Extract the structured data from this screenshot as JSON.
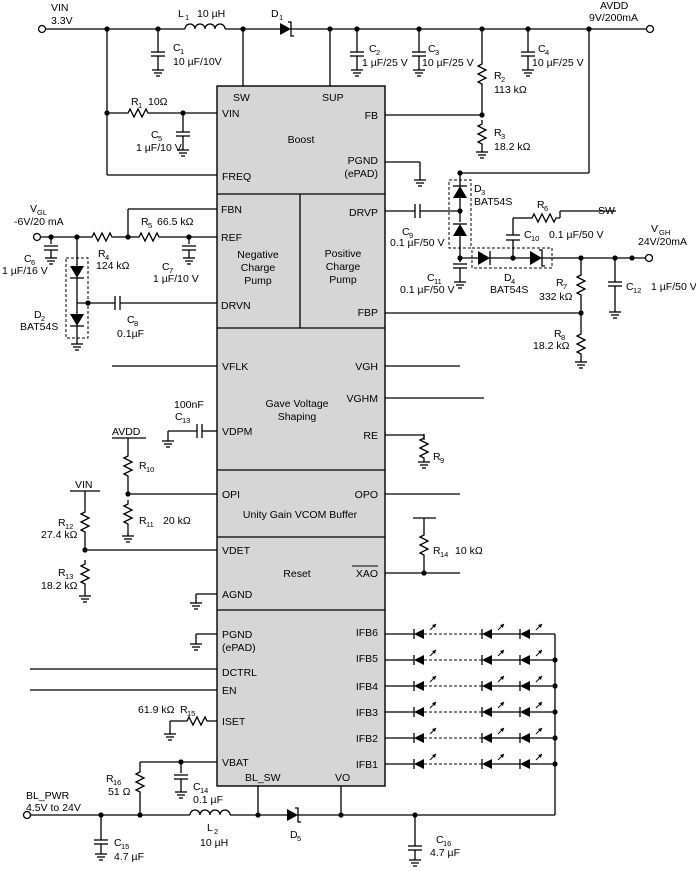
{
  "ic": {
    "blocks": {
      "boost": "Boost",
      "negative_charge_pump": [
        "Negative",
        "Charge",
        "Pump"
      ],
      "positive_charge_pump": [
        "Positive",
        "Charge",
        "Pump"
      ],
      "gate_voltage_shaping": [
        "Gave Voltage",
        "Shaping"
      ],
      "vcom_buffer": "Unity Gain VCOM Buffer",
      "reset": "Reset"
    },
    "pins": {
      "sw": "SW",
      "sup": "SUP",
      "vin": "VIN",
      "fb": "FB",
      "pgnd_top": "PGND",
      "epad_top": "(ePAD)",
      "freq": "FREQ",
      "fbn": "FBN",
      "drvp": "DRVP",
      "ref": "REF",
      "drvn": "DRVN",
      "fbp": "FBP",
      "vflk": "VFLK",
      "vgh": "VGH",
      "vghm": "VGHM",
      "vdpm": "VDPM",
      "re": "RE",
      "opi": "OPI",
      "opo": "OPO",
      "vdet": "VDET",
      "xao": "XAO",
      "agnd": "AGND",
      "pgnd_bot": "PGND",
      "epad_bot": "(ePAD)",
      "dctrl": "DCTRL",
      "en": "EN",
      "iset": "ISET",
      "vbat": "VBAT",
      "bl_sw": "BL_SW",
      "vo": "VO",
      "ifb6": "IFB6",
      "ifb5": "IFB5",
      "ifb4": "IFB4",
      "ifb3": "IFB3",
      "ifb2": "IFB2",
      "ifb1": "IFB1"
    }
  },
  "rails": {
    "vin": [
      "VIN",
      "3.3V"
    ],
    "avdd": [
      "AVDD",
      "9V/200mA"
    ],
    "vgl": [
      "V",
      "GL",
      "-6V/20 mA"
    ],
    "vgh": [
      "V",
      "GH",
      "24V/20mA"
    ],
    "bl_pwr": [
      "BL_PWR",
      "4.5V to 24V"
    ],
    "avdd_small": "AVDD",
    "vin_small": "VIN",
    "sw_net": "SW"
  },
  "components": {
    "l1": {
      "ref": "L",
      "sub": "1",
      "value": "10  µH"
    },
    "d1": {
      "ref": "D",
      "sub": "1"
    },
    "c1": {
      "ref": "C",
      "sub": "1",
      "value": "10 µF/10V"
    },
    "c2": {
      "ref": "C",
      "sub": "2",
      "value": "1 µF/25 V"
    },
    "c3": {
      "ref": "C",
      "sub": "3",
      "value": "10 µF/25 V"
    },
    "c4": {
      "ref": "C",
      "sub": "4",
      "value": "10 µF/25 V"
    },
    "r1": {
      "ref": "R",
      "sub": "1",
      "value": "10Ω"
    },
    "c5": {
      "ref": "C",
      "sub": "5",
      "value": "1 µF/10 V"
    },
    "r2": {
      "ref": "R",
      "sub": "2",
      "value": "113 kΩ"
    },
    "r3": {
      "ref": "R",
      "sub": "3",
      "value": "18.2 kΩ"
    },
    "d3": {
      "ref": "D",
      "sub": "3",
      "value": "BAT54S"
    },
    "r6": {
      "ref": "R",
      "sub": "6"
    },
    "c9": {
      "ref": "C",
      "sub": "9",
      "value": "0.1 µF/50 V"
    },
    "c10": {
      "ref": "C",
      "sub": "10",
      "value": "0.1 µF/50 V"
    },
    "c11": {
      "ref": "C",
      "sub": "11",
      "value": "0.1 µF/50 V"
    },
    "d4": {
      "ref": "D",
      "sub": "4",
      "value": "BAT54S"
    },
    "r7": {
      "ref": "R",
      "sub": "7",
      "value": "332 kΩ"
    },
    "c12": {
      "ref": "C",
      "sub": "12",
      "value": "1 µF/50 V"
    },
    "r8": {
      "ref": "R",
      "sub": "8",
      "value": "18.2 kΩ"
    },
    "r5": {
      "ref": "R",
      "sub": "5",
      "value": "66.5 kΩ"
    },
    "r4": {
      "ref": "R",
      "sub": "4",
      "value": "124 kΩ"
    },
    "c6": {
      "ref": "C",
      "sub": "6",
      "value": "1 µF/16 V"
    },
    "c7": {
      "ref": "C",
      "sub": "7",
      "value": "1 µF/10 V"
    },
    "d2": {
      "ref": "D",
      "sub": "2",
      "value": "BAT54S"
    },
    "c8": {
      "ref": "C",
      "sub": "8",
      "value": "0.1µF"
    },
    "c13": {
      "ref": "C",
      "sub": "13",
      "value": "100nF"
    },
    "r9": {
      "ref": "R",
      "sub": "9"
    },
    "r10": {
      "ref": "R",
      "sub": "10"
    },
    "r11": {
      "ref": "R",
      "sub": "11",
      "value": "20 kΩ"
    },
    "r12": {
      "ref": "R",
      "sub": "12",
      "value": "27.4 kΩ"
    },
    "r13": {
      "ref": "R",
      "sub": "13",
      "value": "18.2 kΩ"
    },
    "r14": {
      "ref": "R",
      "sub": "14",
      "value": "10 kΩ"
    },
    "r15": {
      "ref": "R",
      "sub": "15",
      "value": "61.9 kΩ"
    },
    "r16": {
      "ref": "R",
      "sub": "16",
      "value": "51 Ω"
    },
    "c14": {
      "ref": "C",
      "sub": "14",
      "value": "0.1  µF"
    },
    "l2": {
      "ref": "L",
      "sub": "2",
      "value": "10  µH"
    },
    "d5": {
      "ref": "D",
      "sub": "5"
    },
    "c15": {
      "ref": "C",
      "sub": "15",
      "value": "4.7  µF"
    },
    "c16": {
      "ref": "C",
      "sub": "16",
      "value": "4.7  µF"
    }
  }
}
